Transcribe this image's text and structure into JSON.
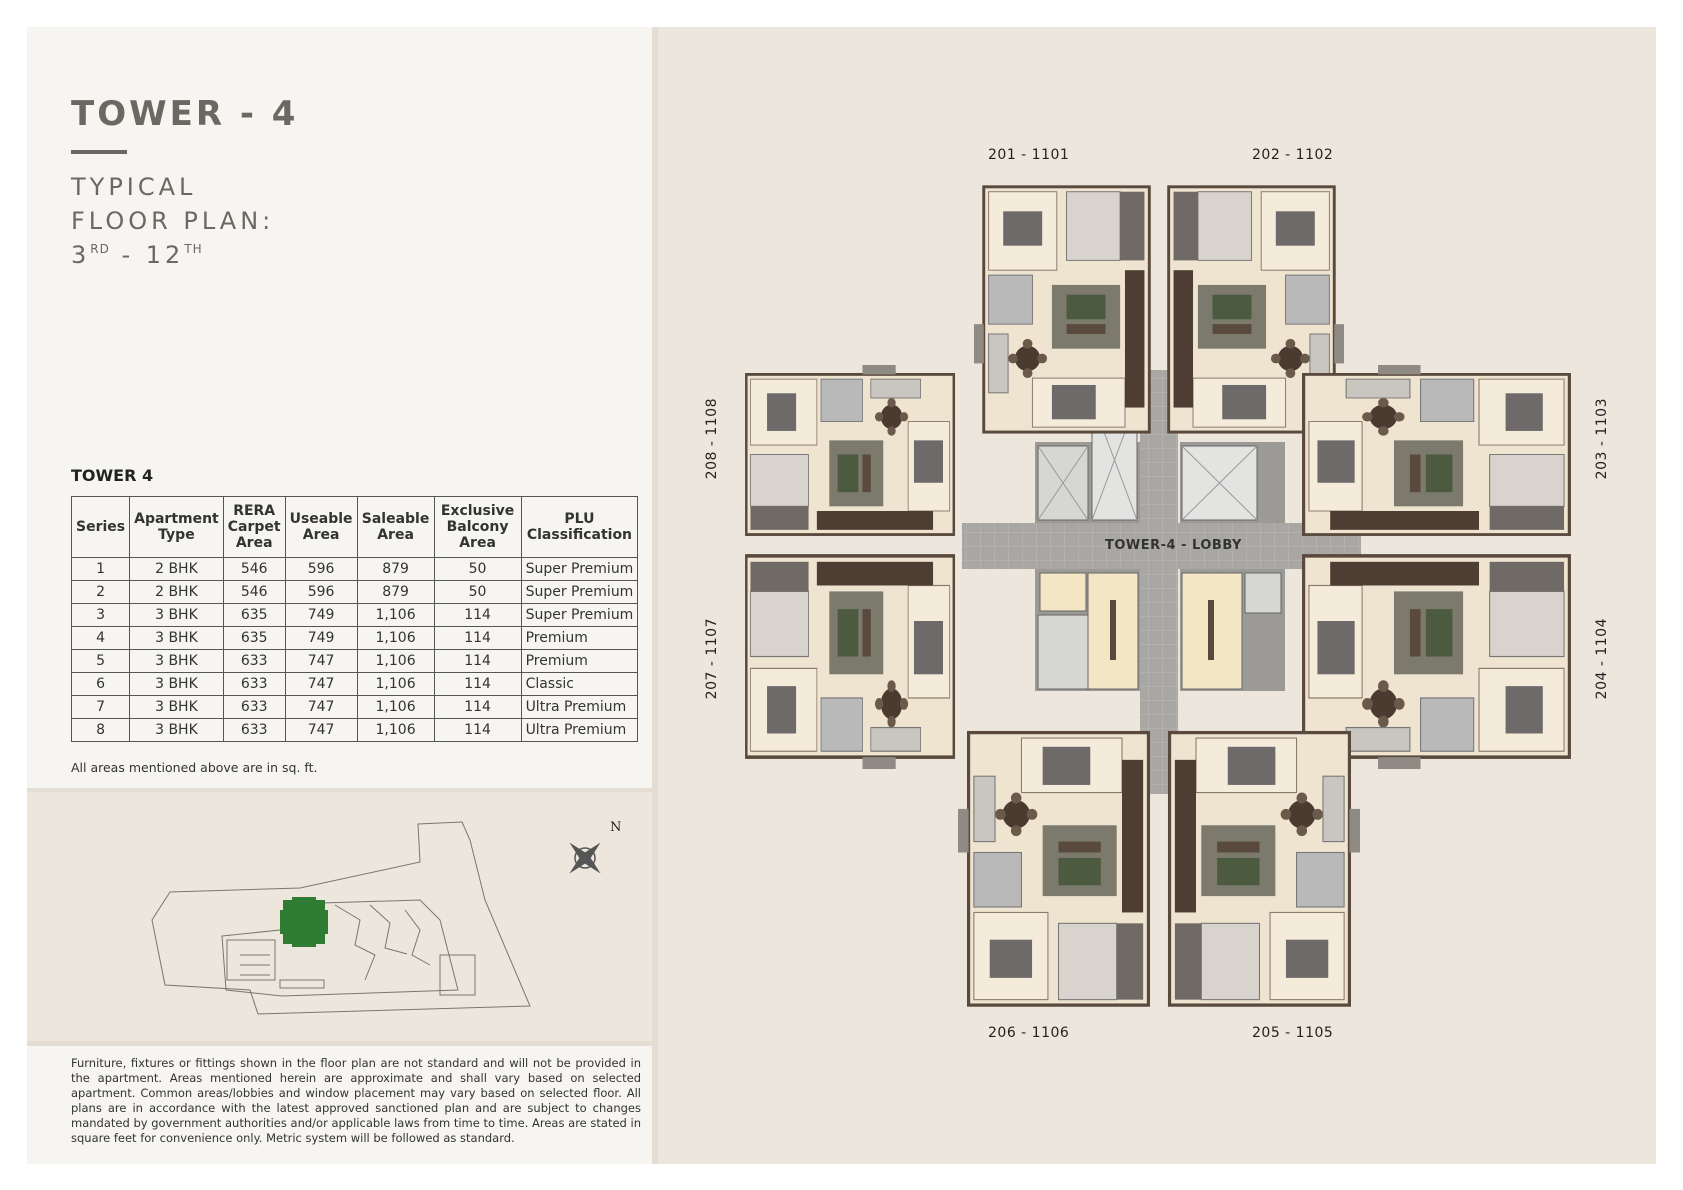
{
  "header": {
    "title": "TOWER - 4",
    "subtitle_line1": "TYPICAL",
    "subtitle_line2": "FLOOR PLAN:",
    "floor_from": "3",
    "floor_from_suffix": "RD",
    "floor_sep": " - ",
    "floor_to": "12",
    "floor_to_suffix": "TH"
  },
  "table": {
    "title": "TOWER 4",
    "headers": [
      "Series",
      "Apartment Type",
      "RERA Carpet Area",
      "Useable Area",
      "Saleable Area",
      "Exclusive Balcony Area",
      "PLU Classification"
    ],
    "rows": [
      [
        "1",
        "2 BHK",
        "546",
        "596",
        "879",
        "50",
        "Super Premium"
      ],
      [
        "2",
        "2 BHK",
        "546",
        "596",
        "879",
        "50",
        "Super Premium"
      ],
      [
        "3",
        "3 BHK",
        "635",
        "749",
        "1,106",
        "114",
        "Super Premium"
      ],
      [
        "4",
        "3 BHK",
        "635",
        "749",
        "1,106",
        "114",
        "Premium"
      ],
      [
        "5",
        "3 BHK",
        "633",
        "747",
        "1,106",
        "114",
        "Premium"
      ],
      [
        "6",
        "3 BHK",
        "633",
        "747",
        "1,106",
        "114",
        "Classic"
      ],
      [
        "7",
        "3 BHK",
        "633",
        "747",
        "1,106",
        "114",
        "Ultra Premium"
      ],
      [
        "8",
        "3 BHK",
        "633",
        "747",
        "1,106",
        "114",
        "Ultra Premium"
      ]
    ],
    "note": "All areas mentioned above are in sq. ft."
  },
  "site_plan": {
    "compass_north": "N",
    "highlight_color": "#2e7d32"
  },
  "disclaimer": "Furniture, fixtures or fittings shown in the floor plan are not standard and will not be provided in the apartment. Areas mentioned herein are approximate and shall vary based on selected apartment. Common areas/lobbies and window placement may vary based on selected floor. All plans are in accordance with the latest approved sanctioned plan and are subject to changes mandated by government authorities and/or applicable laws from time to time. Areas are stated in square feet for convenience only. Metric system will be followed as standard.",
  "floor_plan": {
    "lobby_label": "TOWER-4 - LOBBY",
    "units": {
      "u201": "201 - 1101",
      "u202": "202 - 1102",
      "u203": "203 - 1103",
      "u204": "204 - 1104",
      "u205": "205 - 1105",
      "u206": "206 - 1106",
      "u207": "207 - 1107",
      "u208": "208 - 1108"
    }
  }
}
